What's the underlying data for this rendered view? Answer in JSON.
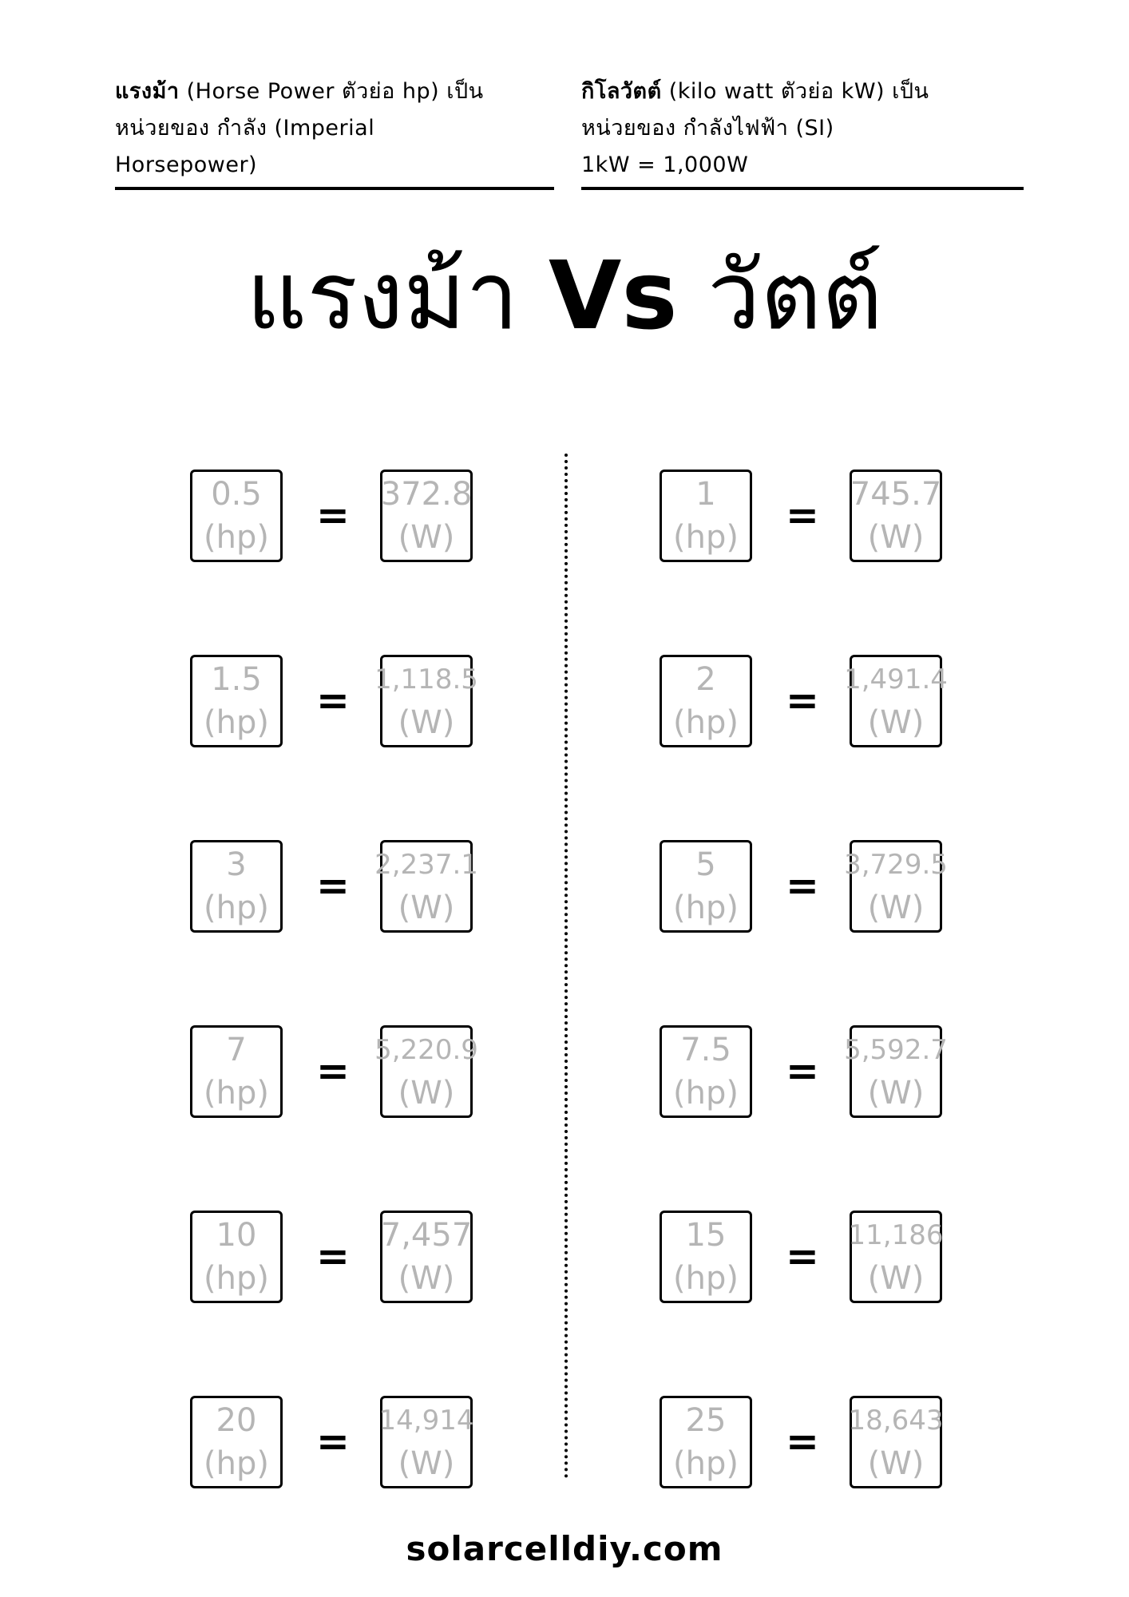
{
  "header": {
    "left": {
      "line1_bold": "แรงม้า",
      "line1_rest": " (Horse Power ตัวย่อ hp) เป็น",
      "line2": "หน่วยของ กำลัง (Imperial",
      "line3": "Horsepower)"
    },
    "right": {
      "line1_bold": "กิโลวัตต์",
      "line1_rest": " (kilo watt ตัวย่อ kW) เป็น",
      "line2": "หน่วยของ กำลังไฟฟ้า (SI)",
      "line3": "1kW = 1,000W"
    }
  },
  "title": {
    "part1": "แรงม้า ",
    "vs": "Vs",
    "part2": " วัตต์"
  },
  "hp_unit": "(hp)",
  "w_unit": "(W)",
  "equals": "=",
  "conversions_left": [
    {
      "hp": "0.5",
      "w": "372.8"
    },
    {
      "hp": "1.5",
      "w": "1,118.5"
    },
    {
      "hp": "3",
      "w": "2,237.1"
    },
    {
      "hp": "7",
      "w": "5,220.9"
    },
    {
      "hp": "10",
      "w": "7,457"
    },
    {
      "hp": "20",
      "w": "14,914"
    }
  ],
  "conversions_right": [
    {
      "hp": "1",
      "w": "745.7"
    },
    {
      "hp": "2",
      "w": "1,491.4"
    },
    {
      "hp": "5",
      "w": "3,729.5"
    },
    {
      "hp": "7.5",
      "w": "5,592.7"
    },
    {
      "hp": "15",
      "w": "11,186"
    },
    {
      "hp": "25",
      "w": "18,643"
    }
  ],
  "footer": "solarcelldiy.com"
}
